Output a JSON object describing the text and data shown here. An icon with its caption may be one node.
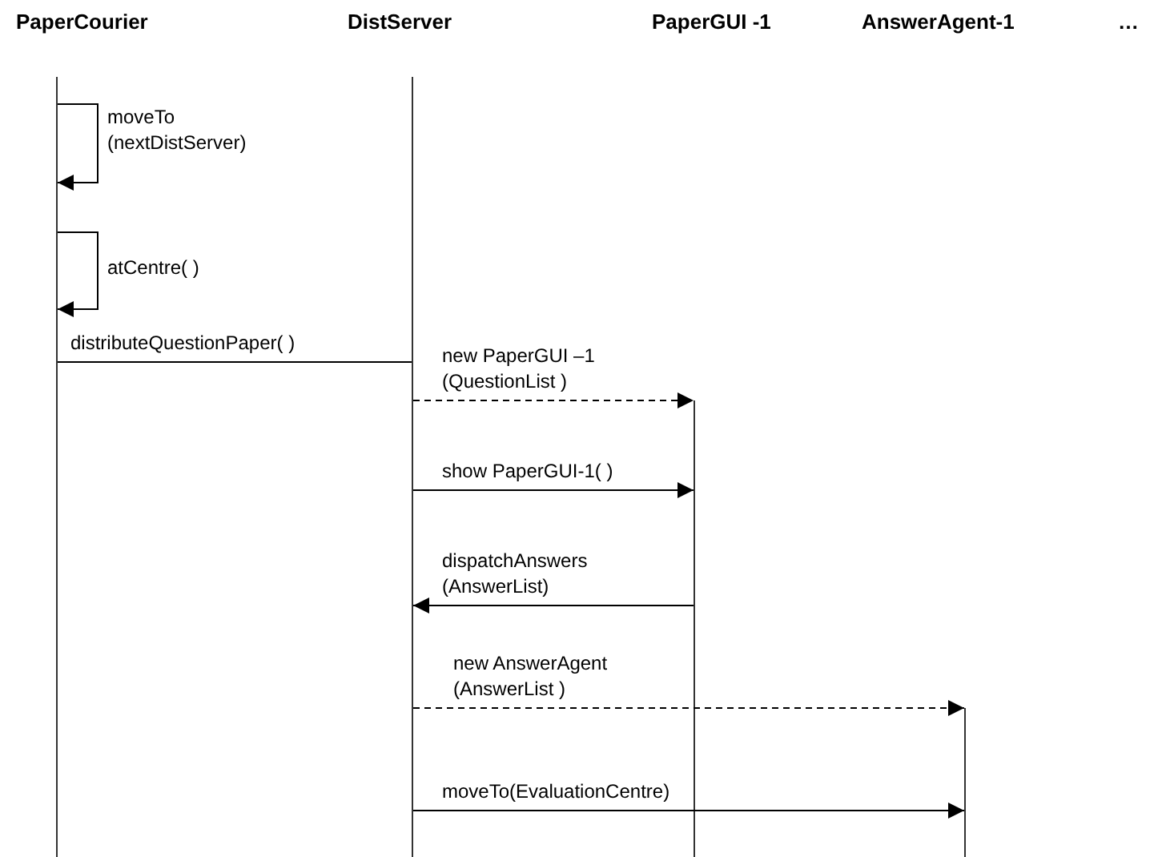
{
  "diagram": {
    "nodes": [
      {
        "text": [],
        "shape": "line"
      },
      {
        "text": [],
        "shape": "line"
      },
      {
        "text": [],
        "shape": "line"
      },
      {
        "text": [],
        "shape": "line"
      }
    ],
    "edges": [
      {
        "from": 0,
        "to": 0,
        "arrow": "to",
        "label": "moveTo (nextDistServer)"
      },
      {
        "from": 0,
        "to": 0,
        "arrow": "to",
        "label": "atCentre( )"
      },
      {
        "from": 0,
        "to": 1,
        "arrow": "none",
        "label": "distributeQuestionPaper( )"
      },
      {
        "from": 1,
        "to": 2,
        "arrow": "to",
        "style": "dashed",
        "label": "new PaperGUI –1 (QuestionList )"
      },
      {
        "from": 1,
        "to": 2,
        "arrow": "to",
        "label": "show PaperGUI-1( )"
      },
      {
        "from": 2,
        "to": 1,
        "arrow": "to",
        "label": "dispatchAnswers (AnswerList)"
      },
      {
        "from": 1,
        "to": 3,
        "arrow": "to",
        "style": "dashed",
        "label": "new AnswerAgent (AnswerList )"
      },
      {
        "from": 1,
        "to": 3,
        "arrow": "to",
        "label": "moveTo(EvaluationCentre)"
      }
    ],
    "labels": [
      "PaperCourier",
      "DistServer",
      "PaperGUI -1",
      "AnswerAgent-1",
      "…"
    ]
  }
}
